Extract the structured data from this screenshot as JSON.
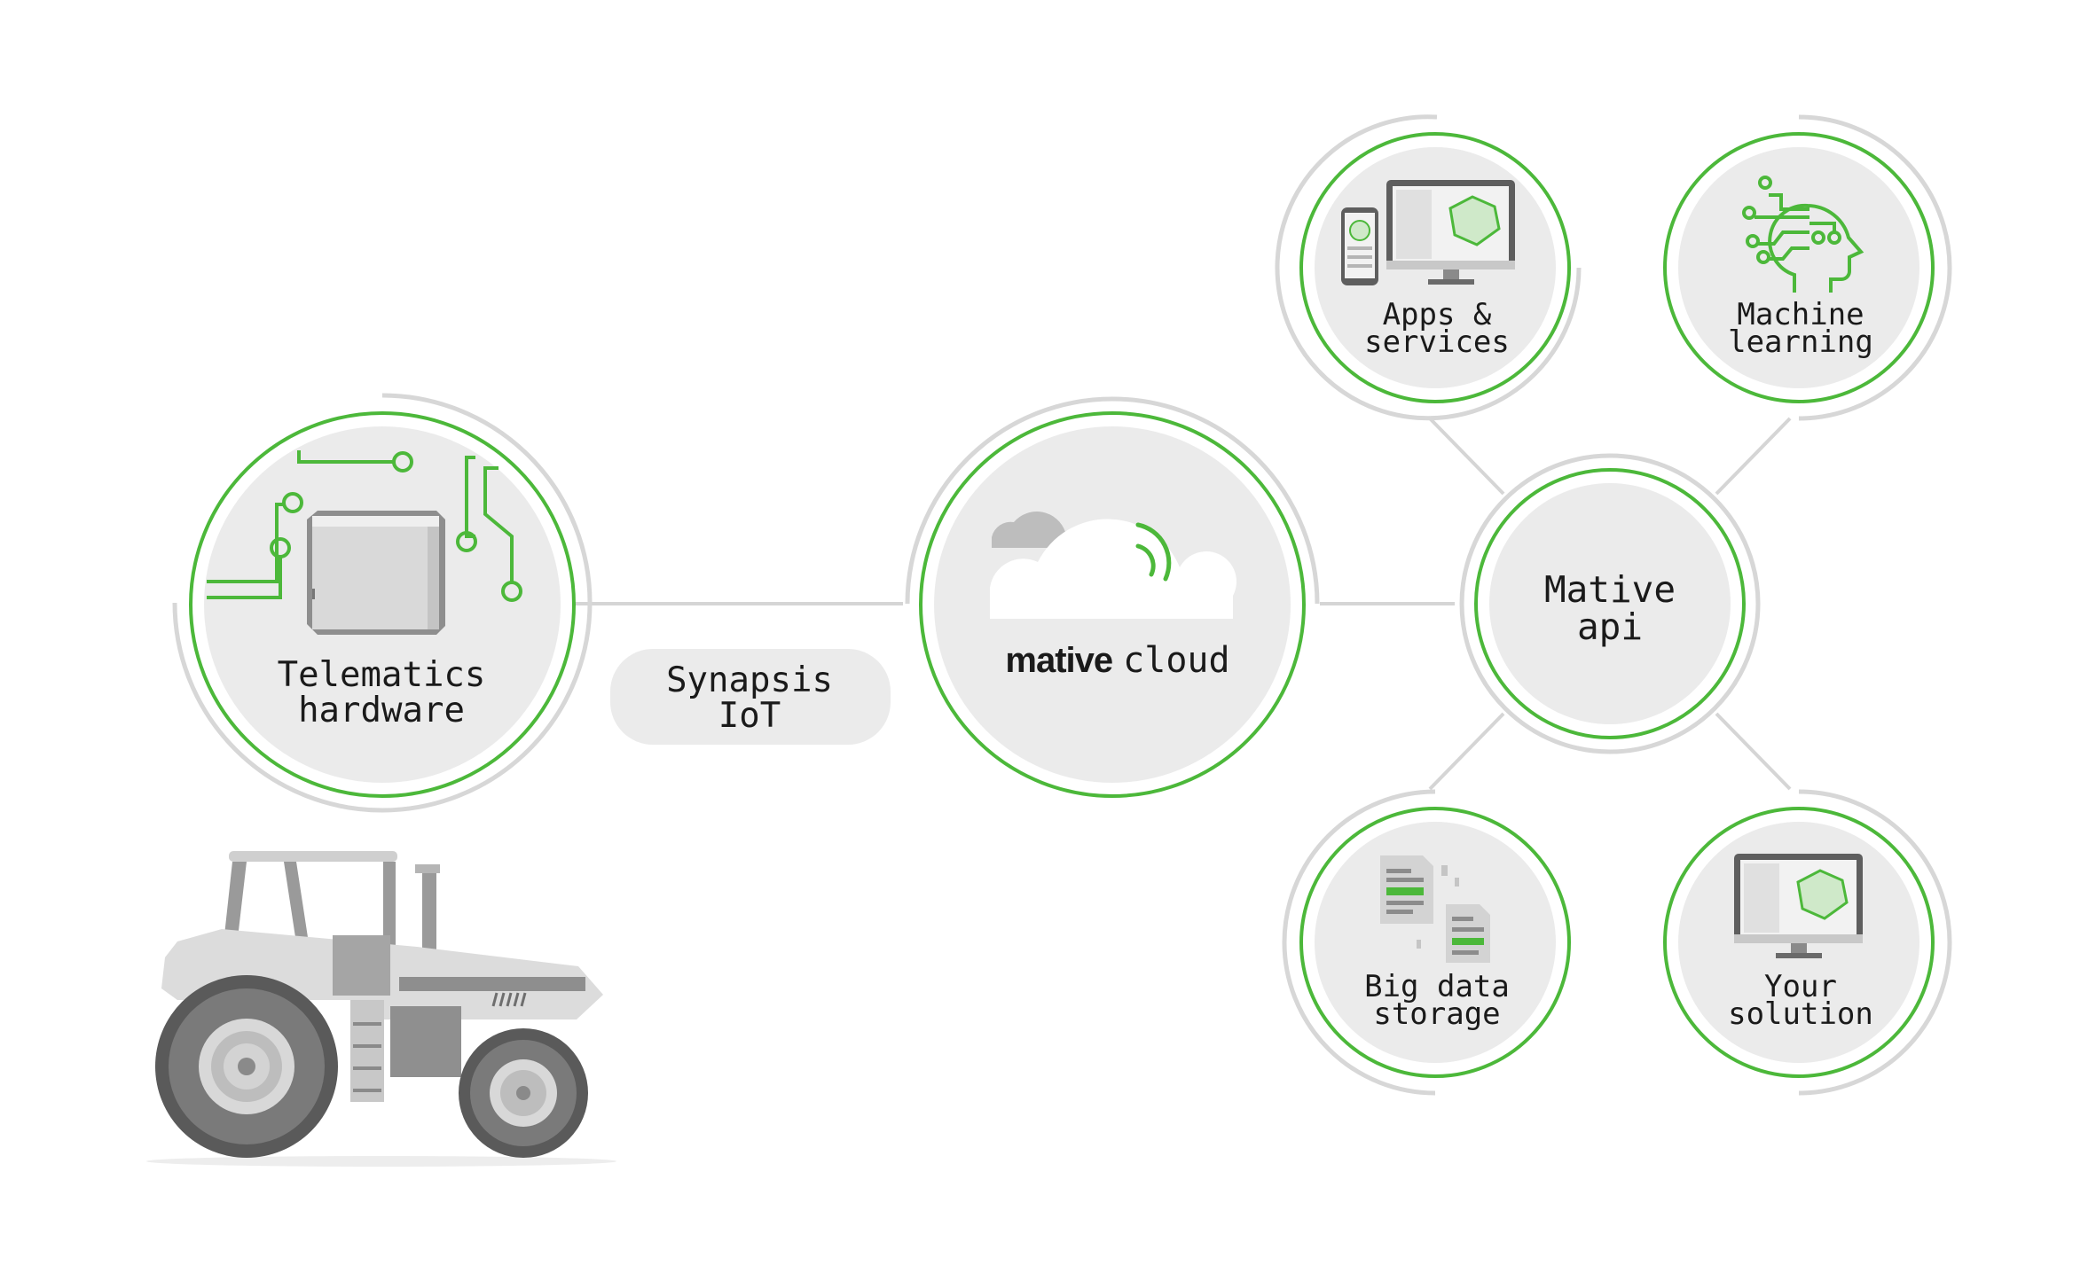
{
  "colors": {
    "accent": "#4cb83a",
    "node_fill": "#ebebeb",
    "ring": "#d7d7d7",
    "line": "#d5d5d5",
    "icon_gray": "#9a9a9a"
  },
  "nodes": {
    "hardware": {
      "line1": "Telematics",
      "line2": "hardware",
      "icon": "telematics-box-icon"
    },
    "synapsis": {
      "line1": "Synapsis",
      "line2": "IoT"
    },
    "cloud": {
      "brand": "mative",
      "word": "cloud",
      "icon": "cloud-signal-icon"
    },
    "api": {
      "line1": "Mative",
      "line2": "api"
    },
    "apps": {
      "line1": "Apps &",
      "line2": "services",
      "icon": "phone-monitor-icon"
    },
    "ml": {
      "line1": "Machine",
      "line2": "learning",
      "icon": "ai-head-icon"
    },
    "storage": {
      "line1": "Big data",
      "line2": "storage",
      "icon": "documents-icon"
    },
    "solution": {
      "line1": "Your",
      "line2": "solution",
      "icon": "monitor-icon"
    }
  },
  "vehicle": {
    "icon": "tractor-icon"
  }
}
